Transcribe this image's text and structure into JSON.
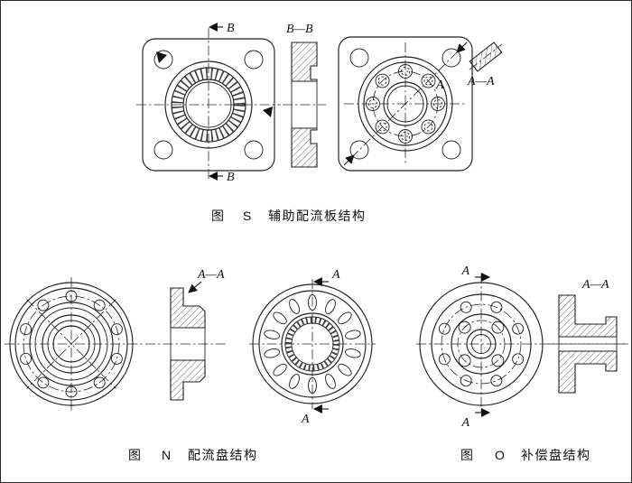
{
  "canvas": {
    "paper_color": "#ffffff",
    "ink_color": "#1f1f1f"
  },
  "figure_s": {
    "caption": {
      "prefix": "图",
      "letter": "S",
      "title": "辅助配流板结构"
    },
    "labels": {
      "b_top": "B",
      "b_bottom": "B",
      "section_bb": "B—B",
      "a_inline": "A",
      "section_aa": "A—A"
    }
  },
  "figure_n": {
    "caption": {
      "prefix": "图",
      "letter": "N",
      "title": "配流盘结构"
    },
    "labels": {
      "section_aa": "A—A",
      "a_top": "A",
      "a_bottom": "A"
    }
  },
  "figure_o": {
    "caption": {
      "prefix": "图",
      "letter": "O",
      "title": "补偿盘结构"
    },
    "labels": {
      "section_aa": "A—A",
      "a_top": "A",
      "a_bottom": "A"
    }
  }
}
